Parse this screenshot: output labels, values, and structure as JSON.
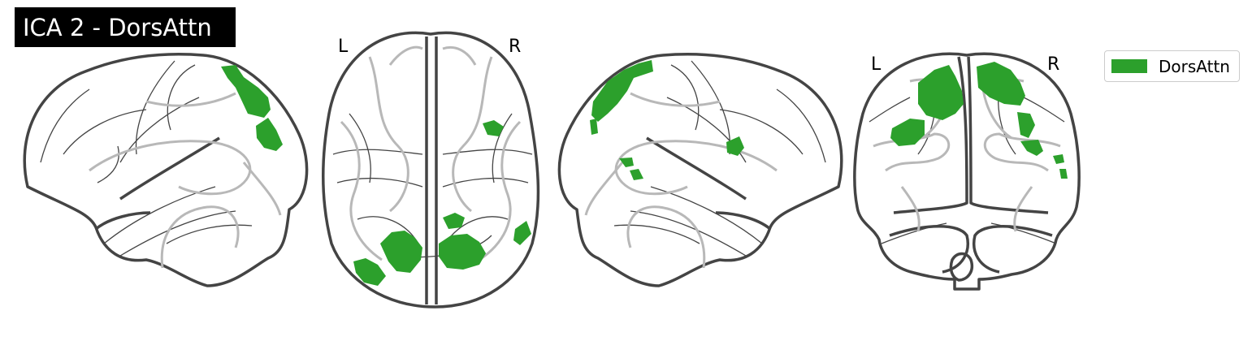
{
  "figure": {
    "title": "ICA 2 - DorsAttn",
    "axial_left_label": "L",
    "axial_right_label": "R",
    "coronal_left_label": "L",
    "coronal_right_label": "R"
  },
  "legend": {
    "label": "DorsAttn",
    "color": "#2ca02c"
  },
  "views": [
    "sagittal-left",
    "axial",
    "sagittal-right",
    "coronal"
  ]
}
